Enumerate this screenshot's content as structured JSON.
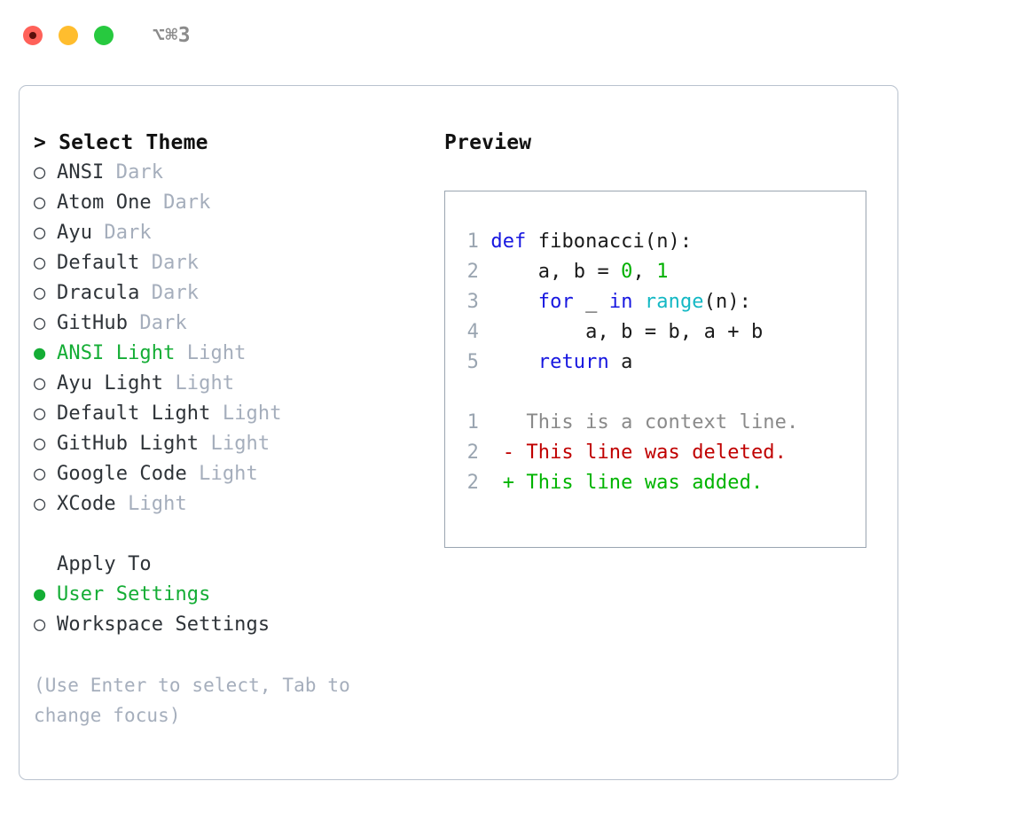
{
  "titlebar": {
    "shortcut": "⌥⌘3",
    "lights": [
      {
        "name": "close",
        "color": "#ff6159"
      },
      {
        "name": "minimize",
        "color": "#ffbd2e"
      },
      {
        "name": "maximize",
        "color": "#27c93f"
      }
    ]
  },
  "theme_panel": {
    "header": "> Select Theme",
    "items": [
      {
        "marker": "○",
        "name": "ANSI",
        "suffix": "Dark",
        "selected": false
      },
      {
        "marker": "○",
        "name": "Atom One",
        "suffix": "Dark",
        "selected": false
      },
      {
        "marker": "○",
        "name": "Ayu",
        "suffix": "Dark",
        "selected": false
      },
      {
        "marker": "○",
        "name": "Default",
        "suffix": "Dark",
        "selected": false
      },
      {
        "marker": "○",
        "name": "Dracula",
        "suffix": "Dark",
        "selected": false
      },
      {
        "marker": "○",
        "name": "GitHub",
        "suffix": "Dark",
        "selected": false
      },
      {
        "marker": "●",
        "name": "ANSI Light",
        "suffix": "Light",
        "selected": true
      },
      {
        "marker": "○",
        "name": "Ayu Light",
        "suffix": "Light",
        "selected": false
      },
      {
        "marker": "○",
        "name": "Default Light",
        "suffix": "Light",
        "selected": false
      },
      {
        "marker": "○",
        "name": "GitHub Light",
        "suffix": "Light",
        "selected": false
      },
      {
        "marker": "○",
        "name": "Google Code",
        "suffix": "Light",
        "selected": false
      },
      {
        "marker": "○",
        "name": "XCode",
        "suffix": "Light",
        "selected": false
      }
    ],
    "apply_to": {
      "label": "Apply To",
      "options": [
        {
          "marker": "●",
          "name": "User Settings",
          "selected": true
        },
        {
          "marker": "○",
          "name": "Workspace Settings",
          "selected": false
        }
      ]
    },
    "hint": "(Use Enter to select, Tab to change focus)"
  },
  "preview": {
    "title": "Preview",
    "code": [
      {
        "ln": "1",
        "tokens": [
          {
            "t": "def ",
            "c": "kw"
          },
          {
            "t": "fibonacci(n):",
            "c": "id"
          }
        ]
      },
      {
        "ln": "2",
        "tokens": [
          {
            "t": "    a, b = ",
            "c": "id"
          },
          {
            "t": "0",
            "c": "num"
          },
          {
            "t": ", ",
            "c": "id"
          },
          {
            "t": "1",
            "c": "num"
          }
        ]
      },
      {
        "ln": "3",
        "tokens": [
          {
            "t": "    ",
            "c": "id"
          },
          {
            "t": "for",
            "c": "kw"
          },
          {
            "t": " _ ",
            "c": "id"
          },
          {
            "t": "in",
            "c": "kw"
          },
          {
            "t": " ",
            "c": "id"
          },
          {
            "t": "range",
            "c": "bi"
          },
          {
            "t": "(n):",
            "c": "id"
          }
        ]
      },
      {
        "ln": "4",
        "tokens": [
          {
            "t": "        a, b = b, a + b",
            "c": "id"
          }
        ]
      },
      {
        "ln": "5",
        "tokens": [
          {
            "t": "    ",
            "c": "id"
          },
          {
            "t": "return",
            "c": "kw"
          },
          {
            "t": " a",
            "c": "id"
          }
        ]
      }
    ],
    "diff": [
      {
        "ln": "1",
        "marker": "  ",
        "text": "This is a context line.",
        "kind": "ctx"
      },
      {
        "ln": "2",
        "marker": "- ",
        "text": "This line was deleted.",
        "kind": "del"
      },
      {
        "ln": "2",
        "marker": "+ ",
        "text": "This line was added.",
        "kind": "add"
      }
    ]
  },
  "colors": {
    "accent_green": "#14ad35",
    "muted": "#a5aebc",
    "border": "#b9c2ce",
    "preview_border": "#9aa5b1",
    "keyword": "#1717e0",
    "builtin": "#13b8c4",
    "number": "#00b000",
    "deleted": "#c00000",
    "added": "#00b400"
  }
}
